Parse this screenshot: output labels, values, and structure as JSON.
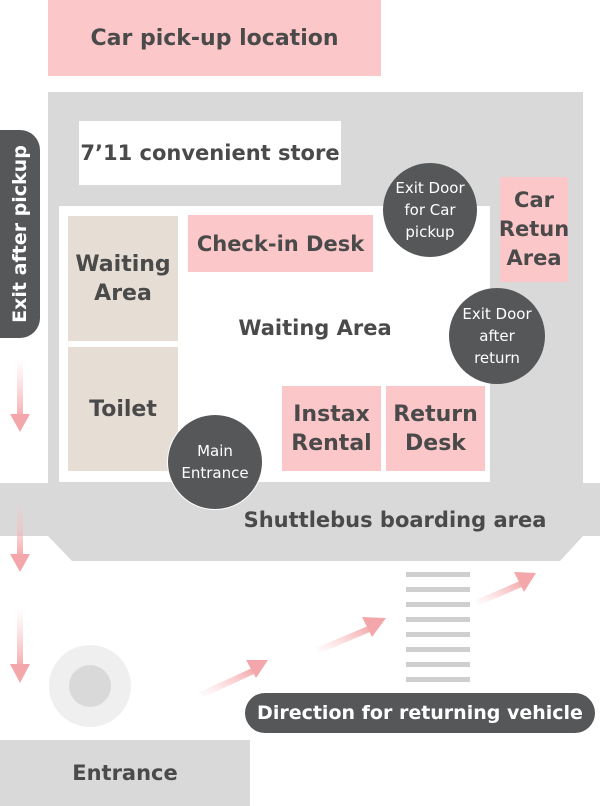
{
  "labels": {
    "car_pickup": "Car pick-up location",
    "store": "7’11 convenient store",
    "exit_door_pickup": "Exit Door\nfor Car\npickup",
    "car_return_area": "Car\nRetun\nArea",
    "exit_after_pickup": "Exit after pickup",
    "waiting_area_left": "Waiting\nArea",
    "checkin_desk": "Check-in Desk",
    "waiting_area_center": "Waiting Area",
    "exit_door_return": "Exit Door\nafter\nreturn",
    "toilet": "Toilet",
    "main_entrance": "Main\nEntrance",
    "instax_rental": "Instax\nRental",
    "return_desk": "Return\nDesk",
    "shuttlebus": "Shuttlebus boarding area",
    "direction_returning": "Direction for returning vehicle",
    "entrance": "Entrance"
  },
  "colors": {
    "pink": "#fcc7c9",
    "beige": "#e6ddd4",
    "gray": "#d9d9d9",
    "dark": "#555758",
    "arrow": "#f6b9bb"
  }
}
